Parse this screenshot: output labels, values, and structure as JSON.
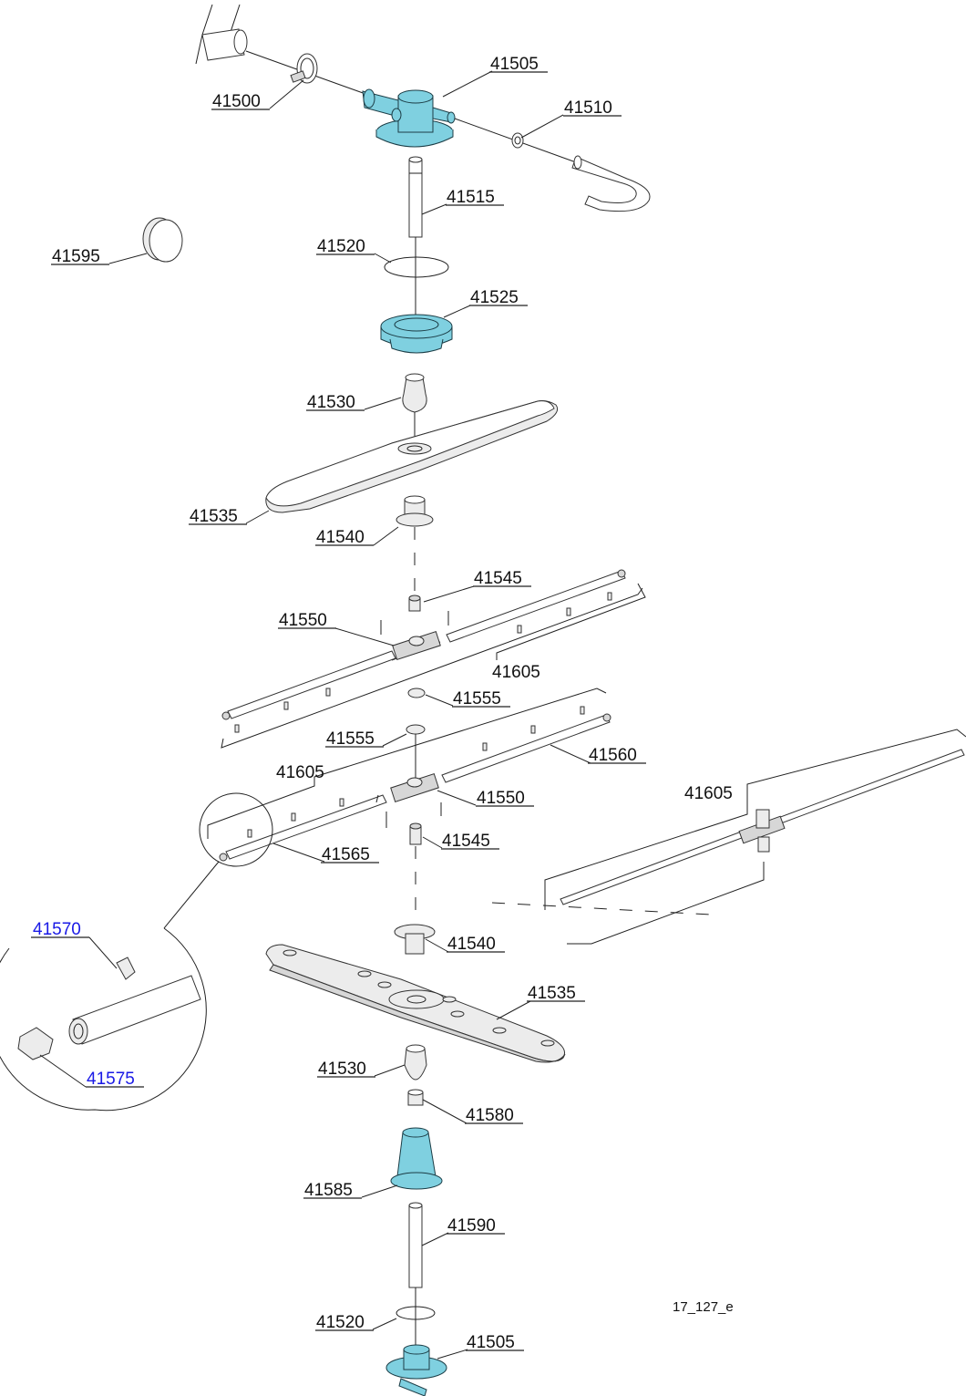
{
  "diagram": {
    "figure_reference": "17_127_e",
    "parts": [
      {
        "id": "p41500",
        "label": "41500",
        "name": "hose-clamp"
      },
      {
        "id": "p41505a",
        "label": "41505",
        "name": "water-inlet-housing"
      },
      {
        "id": "p41510",
        "label": "41510",
        "name": "hose-clip"
      },
      {
        "id": "p41515",
        "label": "41515",
        "name": "tube"
      },
      {
        "id": "p41520a",
        "label": "41520",
        "name": "gasket"
      },
      {
        "id": "p41525",
        "label": "41525",
        "name": "ring-nut"
      },
      {
        "id": "p41530a",
        "label": "41530",
        "name": "bushing"
      },
      {
        "id": "p41535a",
        "label": "41535",
        "name": "spray-arm-upper"
      },
      {
        "id": "p41540a",
        "label": "41540",
        "name": "hub-nut"
      },
      {
        "id": "p41545a",
        "label": "41545",
        "name": "nozzle-fitting"
      },
      {
        "id": "p41550a",
        "label": "41550",
        "name": "rinse-arm-hub"
      },
      {
        "id": "p41605a",
        "label": "41605",
        "name": "rinse-arm-assembly"
      },
      {
        "id": "p41555a",
        "label": "41555",
        "name": "washer"
      },
      {
        "id": "p41555b",
        "label": "41555",
        "name": "washer"
      },
      {
        "id": "p41560",
        "label": "41560",
        "name": "rinse-tube-long"
      },
      {
        "id": "p41605b",
        "label": "41605",
        "name": "rinse-arm-assembly"
      },
      {
        "id": "p41550b",
        "label": "41550",
        "name": "rinse-arm-hub"
      },
      {
        "id": "p41605c",
        "label": "41605",
        "name": "rinse-arm-assembly"
      },
      {
        "id": "p41545b",
        "label": "41545",
        "name": "nozzle-fitting"
      },
      {
        "id": "p41565",
        "label": "41565",
        "name": "rinse-tube-short"
      },
      {
        "id": "p41570",
        "label": "41570",
        "name": "jet-nozzle",
        "linked": true
      },
      {
        "id": "p41575",
        "label": "41575",
        "name": "end-plug",
        "linked": true
      },
      {
        "id": "p41540b",
        "label": "41540",
        "name": "hub-nut"
      },
      {
        "id": "p41535b",
        "label": "41535",
        "name": "spray-arm-lower"
      },
      {
        "id": "p41530b",
        "label": "41530",
        "name": "bushing"
      },
      {
        "id": "p41580",
        "label": "41580",
        "name": "spacer"
      },
      {
        "id": "p41585",
        "label": "41585",
        "name": "bearing-support"
      },
      {
        "id": "p41590",
        "label": "41590",
        "name": "shaft"
      },
      {
        "id": "p41520b",
        "label": "41520",
        "name": "gasket"
      },
      {
        "id": "p41505b",
        "label": "41505",
        "name": "water-inlet-housing"
      },
      {
        "id": "p41595",
        "label": "41595",
        "name": "cap"
      }
    ]
  }
}
